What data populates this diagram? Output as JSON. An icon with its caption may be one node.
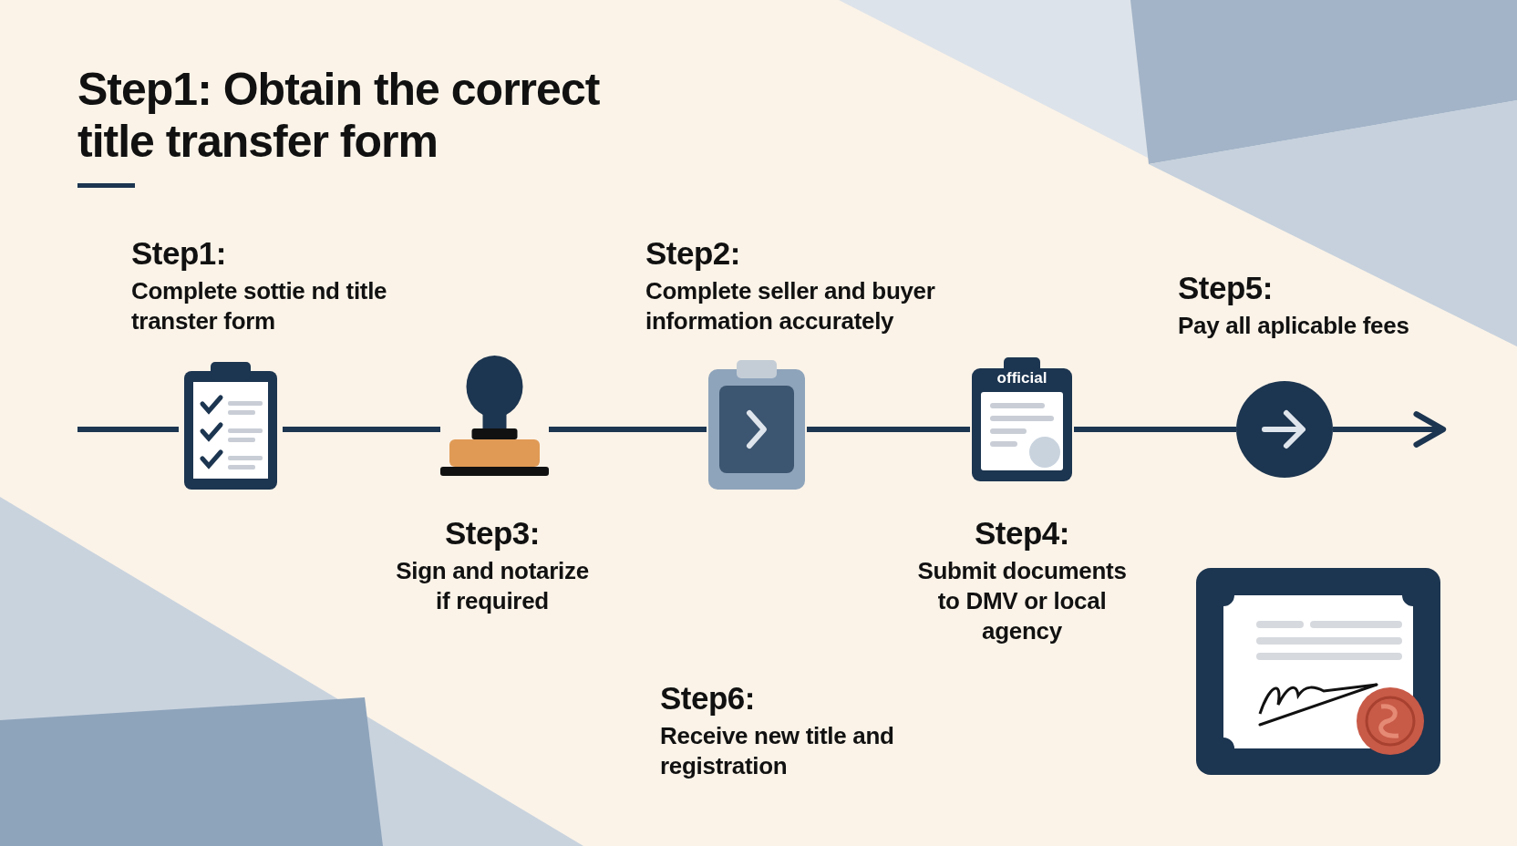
{
  "diagram": {
    "title": "Step1: Obtain the correct title transfer form",
    "nodes": [
      {
        "text": [],
        "shape": "picture",
        "beside": [
          "Step1:",
          "Complete sottie nd title transter form"
        ]
      },
      {
        "text": [],
        "shape": "picture",
        "beside": [
          "Step3:",
          "Sign and notarize if required"
        ]
      },
      {
        "text": [],
        "shape": "picture",
        "beside": [
          "Step2:",
          "Complete seller and buyer information accurately"
        ]
      },
      {
        "text": [
          "official"
        ],
        "beside": [
          "Step4:",
          "Submit documents to DMV or local agency"
        ]
      },
      {
        "text": [],
        "shape": "circle",
        "beside": [
          "Step5:",
          "Pay all aplicable fees"
        ]
      }
    ],
    "edges": [
      {
        "from": null,
        "to": 0,
        "arrow": "none"
      },
      {
        "from": 0,
        "to": 1,
        "arrow": "none"
      },
      {
        "from": 1,
        "to": 2,
        "arrow": "none"
      },
      {
        "from": 2,
        "to": 3,
        "arrow": "none"
      },
      {
        "from": 3,
        "to": 4,
        "arrow": "none"
      },
      {
        "from": 4,
        "to": null,
        "arrow": "to"
      }
    ],
    "labels": [
      "Step6:",
      "Receive new title and registration"
    ]
  }
}
